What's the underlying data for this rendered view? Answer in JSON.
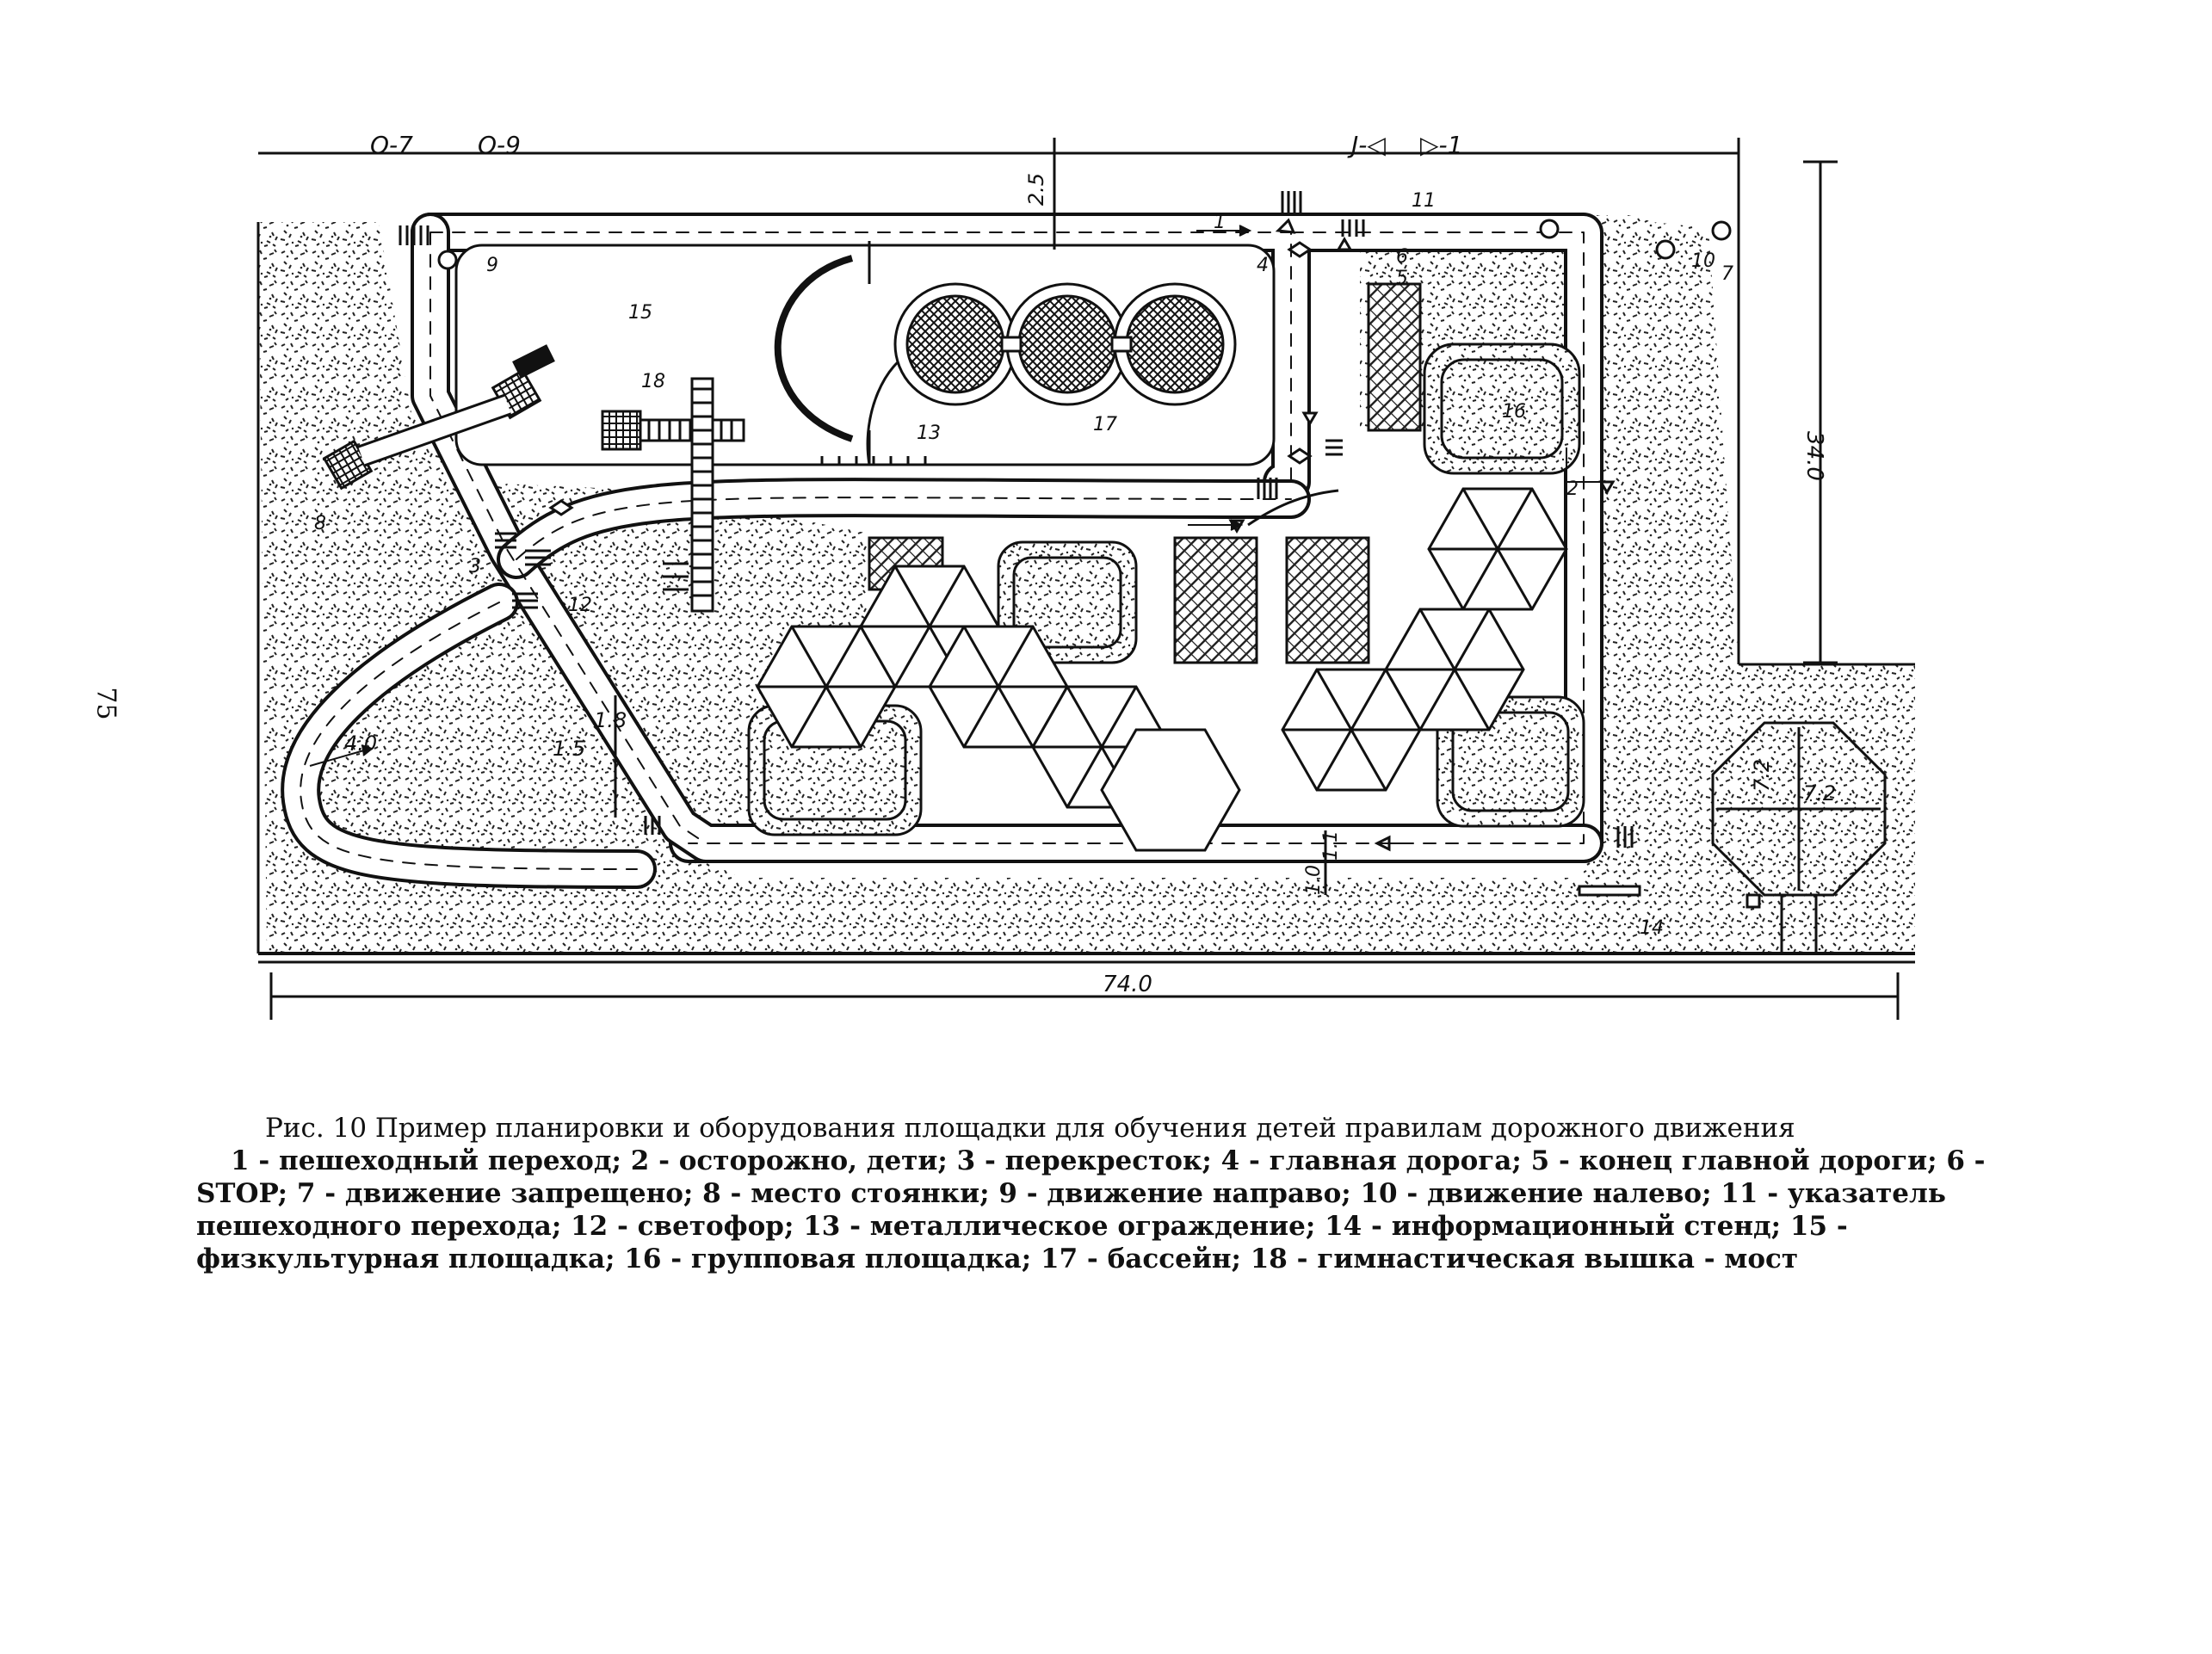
{
  "page_number": "75",
  "figure": {
    "caption": "Рис. 10  Пример планировки и оборудования площадки для обучения детей правилам дорожного движения",
    "legend": "1 - пешеходный переход; 2 - осторожно, дети; 3 - перекресток; 4 - главная дорога; 5 - конец главной дороги; 6 - STOP; 7 - движение запрещено; 8 - место стоянки; 9 - движение направо; 10 - движение налево; 11 - указатель пешеходного перехода; 12 - светофор; 13 - металлическое ограждение; 14 - информационный стенд; 15 -  физкультурная площадка; 16 - групповая площадка; 17 - бассейн; 18 - гимнастическая вышка - мост"
  },
  "dimensions": {
    "width": "74.0",
    "height": "34.0",
    "lane": "2.5",
    "radius": "4.0",
    "crossing_a": "1.8",
    "crossing_b": "1.5",
    "bottom_lane": "1.0",
    "bottom_lane_b": "1.1",
    "octagon_w": "7.2",
    "octagon_h": "7.2"
  },
  "markers": {
    "top_left_a": "О-7",
    "top_left_b": "О-9",
    "top_right_a": "J-◁",
    "top_right_b": "▷-1"
  },
  "callouts": [
    "1",
    "2",
    "3",
    "4",
    "5",
    "6",
    "7",
    "8",
    "9",
    "10",
    "11",
    "12",
    "13",
    "14",
    "15",
    "16",
    "17",
    "18"
  ]
}
